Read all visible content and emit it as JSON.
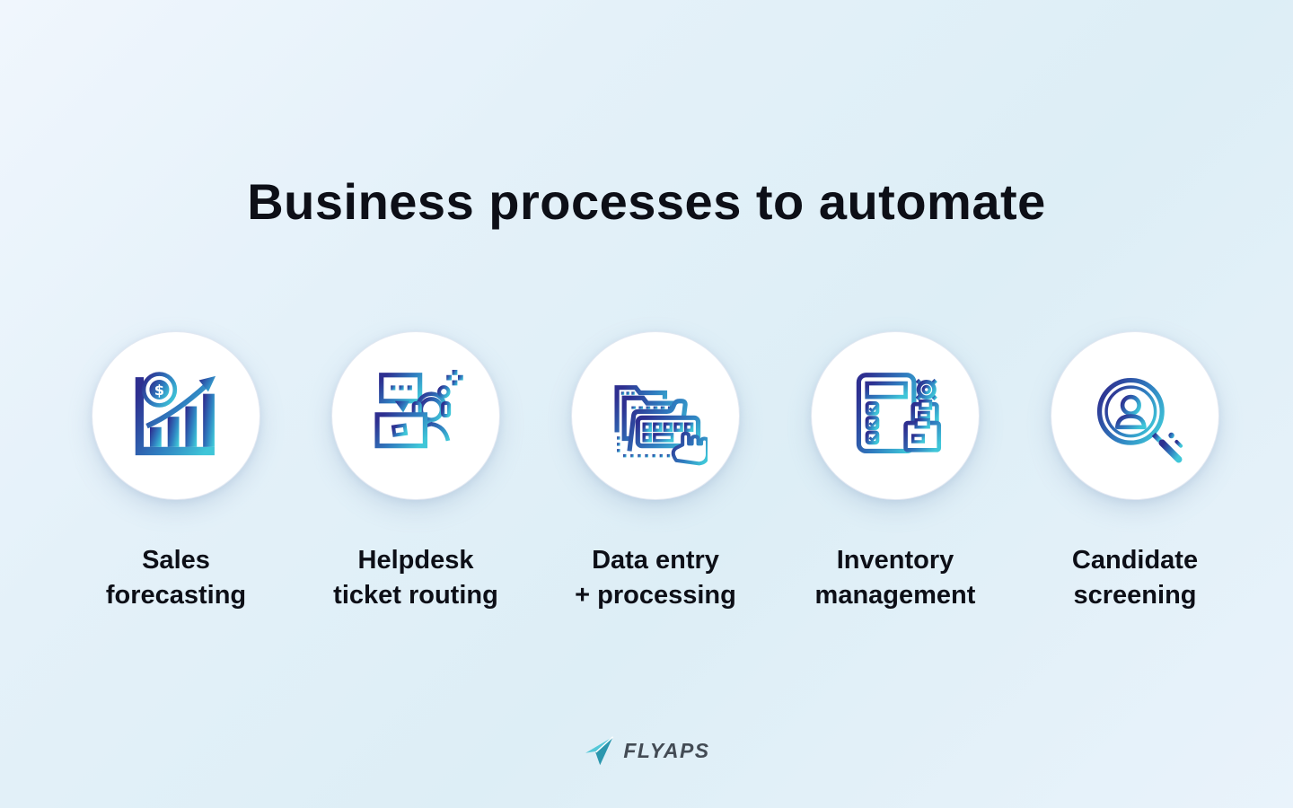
{
  "header": {
    "title": "Business processes to automate"
  },
  "items": [
    {
      "line1": "Sales",
      "line2": "forecasting",
      "icon": "bar-chart-dollar-icon"
    },
    {
      "line1": "Helpdesk",
      "line2": "ticket routing",
      "icon": "helpdesk-agent-laptop-icon"
    },
    {
      "line1": "Data entry",
      "line2": "+ processing",
      "icon": "folders-data-entry-icon"
    },
    {
      "line1": "Inventory",
      "line2": "management",
      "icon": "checklist-boxes-gear-icon"
    },
    {
      "line1": "Candidate",
      "line2": "screening",
      "icon": "magnifier-person-target-icon"
    }
  ],
  "logo": {
    "text": "FLYAPS",
    "icon": "paper-plane-icon"
  },
  "colors": {
    "background_light": "#f0f6fd",
    "background_blue": "#ddeef6",
    "icon_gradient_start": "#2e2f90",
    "icon_gradient_mid": "#2f7ec0",
    "icon_gradient_end": "#3fc6d8",
    "circle_fill": "#ffffff",
    "text_color": "#0d0f17",
    "logo_text_color": "#434b54",
    "logo_icon_light": "#55c8d8",
    "logo_icon_dark": "#2b97ae"
  }
}
